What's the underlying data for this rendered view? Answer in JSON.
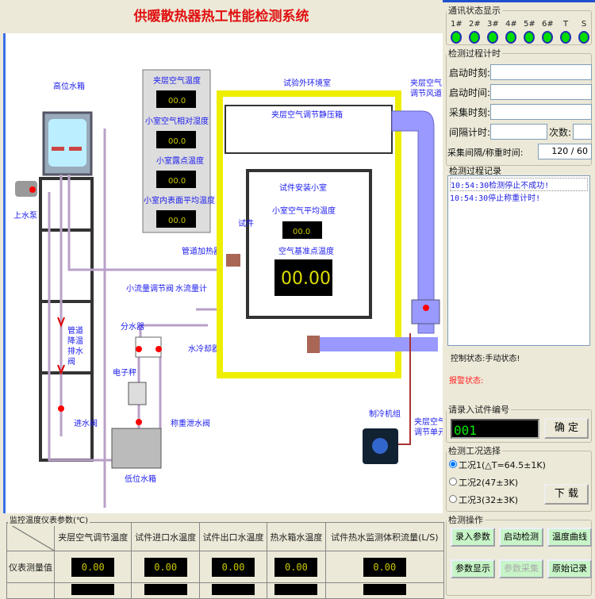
{
  "title": "供暖散热器热工性能检测系统",
  "diagram": {
    "high_tank": "高位水箱",
    "pump": "上水泵",
    "pipe_drain": [
      "管道",
      "降温",
      "排水",
      "阀"
    ],
    "inlet_valve": "进水阀",
    "splitter": "分水器",
    "scale": "电子秤",
    "weigh_valve": "称重泄水阀",
    "low_tank": "低位水箱",
    "small_flow_valve": "小流量调节阀",
    "flow_meter": "水流量计",
    "water_cooler": "水冷却器",
    "pipe_heater": "管道加热器",
    "env_room": "试验外环境室",
    "plenum": "夹层空气调节静压箱",
    "duct": [
      "夹层空气",
      "调节风道"
    ],
    "specimen_room": "试件安装小室",
    "specimen": "试件",
    "avg_temp_label": "小室空气平均温度",
    "avg_temp": "00.0",
    "ref_temp_label": "空气基准点温度",
    "ref_temp": "00.00",
    "chiller": "制冷机组",
    "air_unit": [
      "夹层空气",
      "调节单元"
    ],
    "panel": [
      {
        "label": "夹层空气温度",
        "value": "00.0"
      },
      {
        "label": "小室空气相对湿度",
        "value": "00.0"
      },
      {
        "label": "小室露点温度",
        "value": "00.0"
      },
      {
        "label": "小室内表面平均温度",
        "value": "00.0"
      }
    ]
  },
  "comm": {
    "legend": "通讯状态显示",
    "leds": [
      "1#",
      "2#",
      "3#",
      "4#",
      "5#",
      "6#",
      "T",
      "S"
    ],
    "led_color": "#00dd00"
  },
  "timing": {
    "legend": "检测过程计时",
    "start_moment": "启动时刻:",
    "start_time": "启动时间:",
    "collect_moment": "采集时刻:",
    "interval": "间隔计时:",
    "count": "次数:",
    "collect_interval": "采集间隔/称重时间:",
    "collect_interval_value": "120 / 60"
  },
  "log": {
    "legend": "检测过程记录",
    "lines": [
      "10:54:30检测停止不成功!",
      "10:54:30停止称重计时!"
    ]
  },
  "status": {
    "control": "控制状态:手动状态!",
    "alarm": "报警状态:"
  },
  "specimen_no": {
    "legend": "请录入试件编号",
    "value": "001",
    "confirm": "确 定"
  },
  "condition": {
    "legend": "检测工况选择",
    "options": [
      "工况1(△T=64.5±1K)",
      "工况2(47±3K)",
      "工况3(32±3K)"
    ],
    "selected": 0,
    "download": "下 载"
  },
  "ops": {
    "legend": "检测操作",
    "buttons": [
      "录入参数",
      "启动检测",
      "温度曲线",
      "参数显示",
      "参数采集",
      "原始记录"
    ]
  },
  "meters": {
    "legend": "监控温度仪表参数(℃)",
    "columns": [
      "夹层空气调节温度",
      "试件进口水温度",
      "试件出口水温度",
      "热水箱水温度",
      "试件热水监测体积流量(L/S)"
    ],
    "row_label": "仪表测量值",
    "values": [
      "0.00",
      "0.00",
      "0.00",
      "0.00",
      "0.00"
    ]
  }
}
